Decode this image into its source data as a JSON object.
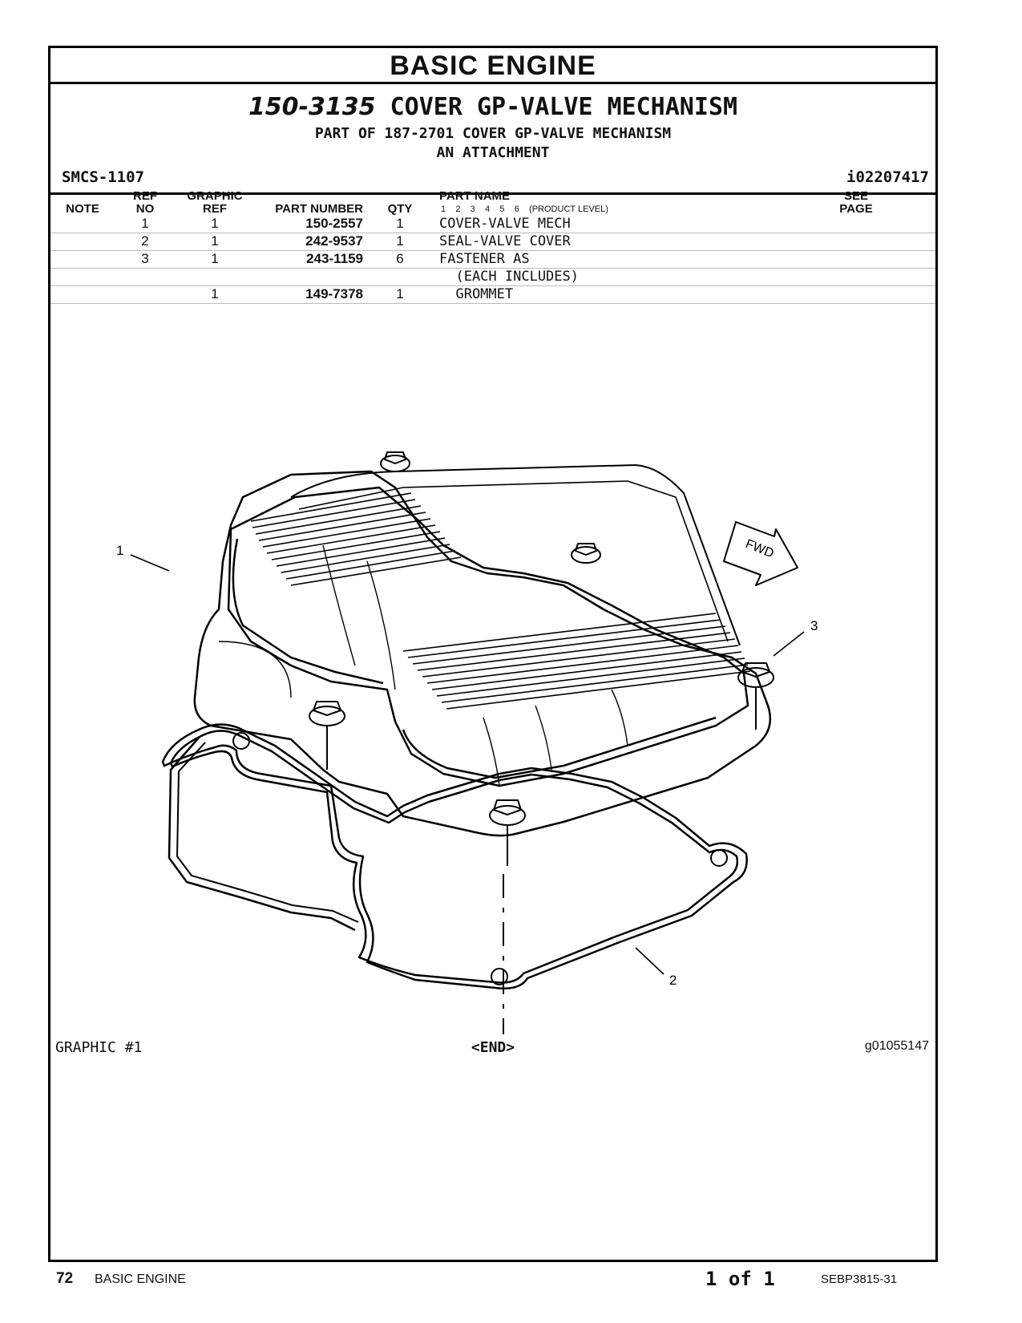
{
  "section_title": "BASIC ENGINE",
  "heading": {
    "part_number": "150-3135",
    "name": "COVER GP-VALVE MECHANISM"
  },
  "part_of": "PART OF 187-2701 COVER GP-VALVE MECHANISM",
  "attachment": "AN ATTACHMENT",
  "smcs": "SMCS-1107",
  "illustration_id": "i02207417",
  "columns": {
    "note": "NOTE",
    "ref_top": "REF",
    "ref_bottom": "NO",
    "graphic_top": "GRAPHIC",
    "graphic_bottom": "REF",
    "part_number": "PART NUMBER",
    "qty": "QTY",
    "part_name": "PART NAME",
    "product_levels": "1    2    3    4    5    6    (PRODUCT LEVEL)",
    "see_top": "SEE",
    "see_bottom": "PAGE"
  },
  "parts": [
    {
      "ref": "1",
      "gref": "1",
      "pn": "150-2557",
      "qty": "1",
      "name": "COVER-VALVE MECH"
    },
    {
      "ref": "2",
      "gref": "1",
      "pn": "242-9537",
      "qty": "1",
      "name": "SEAL-VALVE COVER"
    },
    {
      "ref": "3",
      "gref": "1",
      "pn": "243-1159",
      "qty": "6",
      "name": "FASTENER AS"
    },
    {
      "ref": "",
      "gref": "",
      "pn": "",
      "qty": "",
      "name": "  (EACH INCLUDES)"
    },
    {
      "ref": "",
      "gref": "1",
      "pn": "149-7378",
      "qty": "1",
      "name": "  GROMMET"
    }
  ],
  "callouts": {
    "c1": "1",
    "c2": "2",
    "c3": "3"
  },
  "fwd_label": "FWD",
  "graphic_label": "GRAPHIC #1",
  "end_label": "<END>",
  "graphic_number": "g01055147",
  "footer": {
    "page_number": "72",
    "section": "BASIC ENGINE",
    "page_of": "1 of 1",
    "document": "SEBP3815-31"
  }
}
